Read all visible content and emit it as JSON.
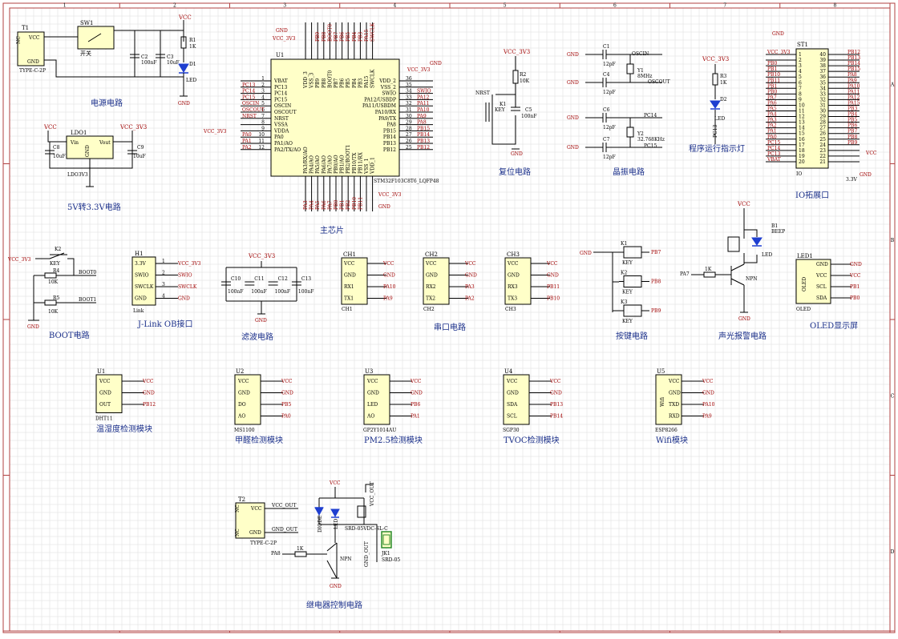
{
  "frame": {
    "cols": [
      "1",
      "2",
      "3",
      "4",
      "5",
      "6",
      "7",
      "8"
    ],
    "rows": [
      "A",
      "B",
      "C",
      "D"
    ]
  },
  "sections": {
    "power": "电源电路",
    "ldo": "5V转3.3V电路",
    "main": "主芯片",
    "reset": "复位电路",
    "crystal": "晶振电路",
    "indicator": "程序运行指示灯",
    "io": "IO拓展口",
    "boot": "BOOT电路",
    "jlink": "J-Link OB接口",
    "filter": "滤波电路",
    "uart": "串口电路",
    "keys": "按键电路",
    "alarm": "声光报警电路",
    "oled": "OLED显示屏",
    "dht": "温湿度检测模块",
    "ms": "甲醛检测模块",
    "gp2y": "PM2.5检测模块",
    "sgp": "TVOC检测模块",
    "wifi": "Wifi模块",
    "relay": "继电器控制电路"
  },
  "power": {
    "t1_ref": "T1",
    "t1_nc": "NC",
    "t1_vcc": "VCC",
    "t1_gnd": "GND",
    "t1_type": "TYPE-C-2P",
    "sw_ref": "SW1",
    "sw_val": "开关",
    "c2": "C2",
    "c2_val": "100nF",
    "c3": "C3",
    "c3_val": "10uF",
    "r1": "R1",
    "r1_val": "1K",
    "d1": "D1",
    "d1_val": "LED",
    "vcc": "VCC",
    "gnd": "GND"
  },
  "ldo": {
    "ref": "LDO1",
    "vin": "Vin",
    "vout": "Vout",
    "gnd": "GND",
    "part": "LDO3V3",
    "c8": "C8",
    "c9": "C9",
    "cval": "10uF",
    "vcc": "VCC",
    "vcc33": "VCC_3V3"
  },
  "mcu": {
    "ref": "U1",
    "part": "STM32F103C8T6_LQFP48",
    "left_pins": [
      "VBAT",
      "PC13",
      "PC14",
      "PC15",
      "OSCIN",
      "OSCOUT",
      "NRST",
      "VSSA",
      "VDDA",
      "PA0",
      "PA1/AO",
      "PA2/TX/AO"
    ],
    "left_nets": [
      "",
      "PC13",
      "PC14",
      "PC15",
      "OSCIN",
      "OSCOUT",
      "NRST",
      "",
      "",
      "PA0",
      "PA1",
      "PA2"
    ],
    "left_nums": [
      "1",
      "2",
      "3",
      "4",
      "5",
      "6",
      "7",
      "8",
      "9",
      "10",
      "11",
      "12"
    ],
    "right_pins": [
      "VDD_2",
      "VSS_2",
      "SWIO",
      "PA12/USBDP",
      "PA11/USBDM",
      "PA10/RX",
      "PA9/TX",
      "PA8",
      "PB15",
      "PB14",
      "PB13",
      "PB12"
    ],
    "right_nets": [
      "",
      "",
      "SWIO",
      "PA12",
      "PA11",
      "PA10",
      "PA9",
      "PA8",
      "PB15",
      "PB14",
      "PB13",
      "PB12"
    ],
    "right_nums": [
      "36",
      "35",
      "34",
      "33",
      "32",
      "31",
      "30",
      "29",
      "28",
      "27",
      "26",
      "25"
    ],
    "top_pins": [
      "VDD_3",
      "VSS_3",
      "PB9",
      "PB8",
      "BOOT0",
      "PB7",
      "PB6",
      "PB5",
      "PB4",
      "PB3",
      "PA15",
      "SWCLK"
    ],
    "top_nets": [
      "",
      "",
      "PB9",
      "PB8",
      "BOOT0",
      "PB7",
      "PB6",
      "PB5",
      "PB4",
      "PB3",
      "PA15",
      "SWCLK"
    ],
    "bottom_pins": [
      "PA3/RX/AO",
      "PA4/AO",
      "PA5/AO",
      "PA6/AO",
      "PA7/AO",
      "PB0/AO",
      "PB1/AO",
      "PB2/BOOT1",
      "PB10/TX",
      "PB11/RX",
      "VSS_1",
      "VDD_1"
    ],
    "bottom_nets": [
      "PA3",
      "PA4",
      "PA5",
      "PA6",
      "PA7",
      "PB0",
      "PB1",
      "PB2",
      "PB10",
      "PB11",
      "",
      ""
    ],
    "vcc33": "VCC_3V3",
    "gnd": "GND"
  },
  "reset": {
    "vcc33": "VCC_3V3",
    "r2": "R2",
    "r2_val": "10K",
    "nrst": "NRST",
    "k1": "K1",
    "k1_val": "KEY",
    "c5": "C5",
    "c5_val": "100nF",
    "gnd": "GND"
  },
  "crystal": {
    "c1": "C1",
    "c4": "C4",
    "c6": "C6",
    "c7": "C7",
    "cval": "12pF",
    "y1": "Y1",
    "y1_val": "8MHz",
    "y2": "Y2",
    "y2_val": "32.768KHz",
    "oscin": "OSCIN",
    "oscout": "OSCOUT",
    "pc14": "PC14",
    "pc15": "PC15",
    "gnd": "GND"
  },
  "indicator": {
    "vcc33": "VCC_3V3",
    "r3": "R3",
    "r3_val": "1K",
    "d2": "D2",
    "d2_val": "LED",
    "net": "PC13"
  },
  "io": {
    "ref": "ST1",
    "part": "IO",
    "vcc33": "VCC_3V3",
    "gnd": "GND",
    "vcc": "VCC",
    "v33": "3.3V",
    "left_nets": [
      "VCC_3V3",
      "",
      "PB0",
      "PB1",
      "PB10",
      "PB11",
      "PB1",
      "PB0",
      "PA7",
      "PA6",
      "PA5",
      "PA4",
      "PA3",
      "PA2",
      "PA1",
      "PA0",
      "PC15",
      "PC14",
      "PC13",
      "VBAT"
    ],
    "right_nets": [
      "PB12",
      "PB13",
      "PB14",
      "PB15",
      "PA8",
      "PA9",
      "PA10",
      "PA11",
      "PA12",
      "PA15",
      "PB3",
      "PB4",
      "PB5",
      "PB6",
      "PB7",
      "PB8",
      "PB9",
      "",
      "",
      ""
    ],
    "left_nums": [
      "1",
      "2",
      "3",
      "4",
      "5",
      "6",
      "7",
      "8",
      "9",
      "10",
      "11",
      "12",
      "13",
      "14",
      "15",
      "16",
      "17",
      "18",
      "19",
      "20"
    ],
    "right_nums": [
      "40",
      "39",
      "38",
      "37",
      "36",
      "35",
      "34",
      "33",
      "32",
      "31",
      "30",
      "29",
      "28",
      "27",
      "26",
      "25",
      "24",
      "23",
      "22",
      "21"
    ]
  },
  "boot": {
    "vcc33": "VCC_3V3",
    "k2": "K2",
    "k2_val": "KEY",
    "r4": "R4",
    "r5": "R5",
    "rval": "10K",
    "boot0": "BOOT0",
    "boot1": "BOOT1",
    "gnd": "GND"
  },
  "jlink": {
    "ref": "H1",
    "part": "Link",
    "pins": [
      "3.3V",
      "SWIO",
      "SWCLK",
      "GND"
    ],
    "nets": [
      "VCC_3V3",
      "SWIO",
      "SWCLK",
      "GND"
    ],
    "nums": [
      "1",
      "2",
      "3",
      "4"
    ]
  },
  "filter": {
    "vcc33": "VCC_3V3",
    "caps": [
      "C10",
      "C11",
      "C12",
      "C13"
    ],
    "cval": "100nF",
    "gnd": "GND"
  },
  "uart": [
    {
      "ref": "CH1",
      "pins": [
        "VCC",
        "GND",
        "RX1",
        "TX1"
      ],
      "nets": [
        "VCC",
        "GND",
        "PA10",
        "PA9"
      ]
    },
    {
      "ref": "CH2",
      "pins": [
        "VCC",
        "GND",
        "RX2",
        "TX2"
      ],
      "nets": [
        "VCC",
        "GND",
        "PA3",
        "PA2"
      ]
    },
    {
      "ref": "CH3",
      "pins": [
        "VCC",
        "GND",
        "RX3",
        "TX3"
      ],
      "nets": [
        "VCC",
        "GND",
        "PB11",
        "PB10"
      ]
    }
  ],
  "keys": {
    "refs": [
      "K1",
      "K2",
      "K3"
    ],
    "val": "KEY",
    "nets": [
      "PB7",
      "PB8",
      "PB9"
    ],
    "gnd": "GND"
  },
  "alarm": {
    "vcc": "VCC",
    "b1": "B1",
    "b1_val": "BEEP",
    "led": "LED",
    "net": "PA7",
    "r": "1K",
    "q": "NPN",
    "gnd": "GND"
  },
  "oled": {
    "ref": "LED1",
    "part": "OLED",
    "body": "OLED",
    "pins": [
      "GND",
      "VCC",
      "SCL",
      "SDA"
    ],
    "nets": [
      "GND",
      "VCC",
      "PB1",
      "PB0"
    ]
  },
  "modules": [
    {
      "ref": "U1",
      "part": "DHT11",
      "pins": [
        "VCC",
        "GND",
        "OUT"
      ],
      "nets": [
        "VCC",
        "GND",
        "PB12"
      ]
    },
    {
      "ref": "U2",
      "part": "MS1100",
      "pins": [
        "VCC",
        "GND",
        "DO",
        "AO"
      ],
      "nets": [
        "VCC",
        "GND",
        "PB5",
        "PA0"
      ]
    },
    {
      "ref": "U3",
      "part": "GP2Y1014AU",
      "pins": [
        "VCC",
        "GND",
        "LED",
        "AO"
      ],
      "nets": [
        "VCC",
        "GND",
        "PB6",
        "PA1"
      ]
    },
    {
      "ref": "U4",
      "part": "SGP30",
      "pins": [
        "VCC",
        "GND",
        "SDA",
        "SCL"
      ],
      "nets": [
        "VCC",
        "GND",
        "PB13",
        "PB14"
      ]
    },
    {
      "ref": "U5",
      "part": "ESP8266",
      "body": "Wifi",
      "pins": [
        "VCC",
        "GND",
        "TXD",
        "RXD"
      ],
      "nets": [
        "VCC",
        "GND",
        "PA10",
        "PA9"
      ]
    }
  ],
  "relay": {
    "ref": "T2",
    "nc": "NC",
    "vcc": "VCC",
    "gnd": "GND",
    "type": "TYPE-C-2P",
    "vcc_out": "VCC_OUT",
    "gnd_out": "GND_OUT",
    "relay": "SRD-05VDC-SL-C",
    "jk": "JK1",
    "jk_val": "SRD-05",
    "d1": "DIODE",
    "d2": "LED",
    "r": "1K",
    "q": "NPN",
    "net": "PA8"
  }
}
